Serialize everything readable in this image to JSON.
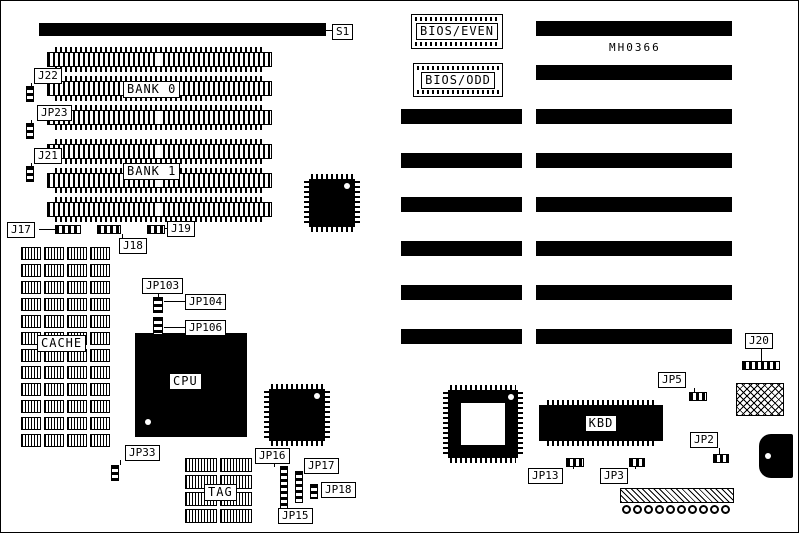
{
  "diagram": {
    "board_id": "MH0366",
    "labels": {
      "s1": "S1",
      "j22": "J22",
      "jp23": "JP23",
      "j21": "J21",
      "bank0": "BANK 0",
      "bank1": "BANK 1",
      "j17": "J17",
      "j18": "J18",
      "j19": "J19",
      "cache": "CACHE",
      "jp103": "JP103",
      "jp104": "JP104",
      "jp106": "JP106",
      "cpu": "CPU",
      "jp33": "JP33",
      "tag": "TAG",
      "jp16": "JP16",
      "jp17": "JP17",
      "jp18": "JP18",
      "jp15": "JP15",
      "bios_even": "BIOS/EVEN",
      "bios_odd": "BIOS/ODD",
      "j20": "J20",
      "jp5": "JP5",
      "kbd": "KBD",
      "jp2": "JP2",
      "jp13": "JP13",
      "jp3": "JP3"
    },
    "colors": {
      "ink": "#000000",
      "background": "#ffffff"
    }
  }
}
